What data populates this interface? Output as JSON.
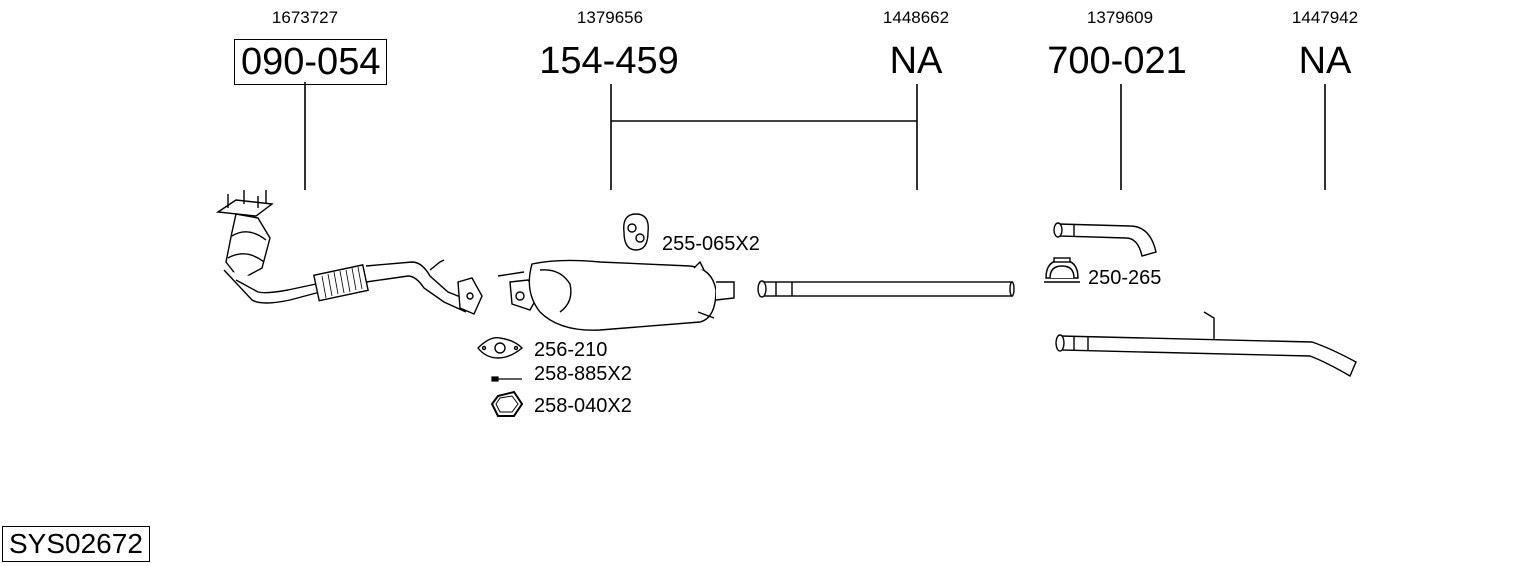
{
  "parts": [
    {
      "oem": "1673727",
      "part_number": "090-054",
      "boxed": true
    },
    {
      "oem": "1379656",
      "part_number": "154-459",
      "boxed": false
    },
    {
      "oem": "1448662",
      "part_number": "NA",
      "boxed": false
    },
    {
      "oem": "1379609",
      "part_number": "700-021",
      "boxed": false
    },
    {
      "oem": "1447942",
      "part_number": "NA",
      "boxed": false
    }
  ],
  "accessories": [
    {
      "label": "255-065X2",
      "icon": "rubber-hanger-icon"
    },
    {
      "label": "256-210",
      "icon": "flange-gasket-icon"
    },
    {
      "label": "258-885X2",
      "icon": "bolt-icon"
    },
    {
      "label": "258-040X2",
      "icon": "hex-nut-icon"
    },
    {
      "label": "250-265",
      "icon": "pipe-clamp-icon"
    }
  ],
  "system_code": "SYS02672"
}
